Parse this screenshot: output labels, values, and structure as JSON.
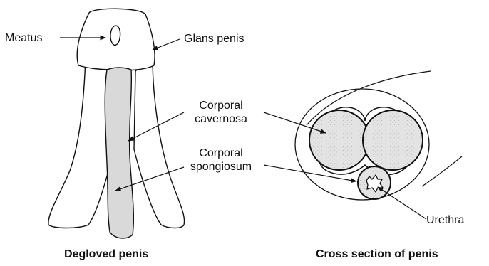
{
  "labels": {
    "meatus": "Meatus",
    "glans_penis": "Glans penis",
    "corporal_cavernosa_line1": "Corporal",
    "corporal_cavernosa_line2": "cavernosa",
    "corporal_spongiosum_line1": "Corporal",
    "corporal_spongiosum_line2": "spongiosum",
    "urethra": "Urethra"
  },
  "captions": {
    "left": "Degloved penis",
    "right": "Cross section of penis"
  }
}
